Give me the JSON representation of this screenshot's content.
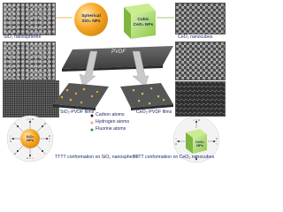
{
  "labels": {
    "sio2_particle": "Spherical SiO₂ NPs",
    "ceo2_particle": "Cubic CeO₂ NPs",
    "sio2_sem": "SiO₂ nanospheres",
    "ceo2_sem": "CeO₂ nanocubes",
    "pvdf": "PVDF",
    "sio2_film": "SiO₂-PVDF films",
    "ceo2_film": "CeO₂-PVDF films",
    "sio2_core": "SiO₂ NPs",
    "ceo2_core": "CeO₂ NPs",
    "sio2_conformation": "TTTT conformation on SiO₂ nanospheres",
    "ceo2_conformation": "TTTT conformation on CeO₂ nanocubes"
  },
  "legend": [
    {
      "label": "Carbon atoms",
      "color": "#222222"
    },
    {
      "label": "Hydrogen atoms",
      "color": "#ff9ca8"
    },
    {
      "label": "Fluorine atoms",
      "color": "#3a8f3a"
    }
  ],
  "colors": {
    "navy_text": "#1b2a6b",
    "orange": "#f6a623",
    "green": "#9fd25f",
    "arrow": "#c9c9c9"
  }
}
